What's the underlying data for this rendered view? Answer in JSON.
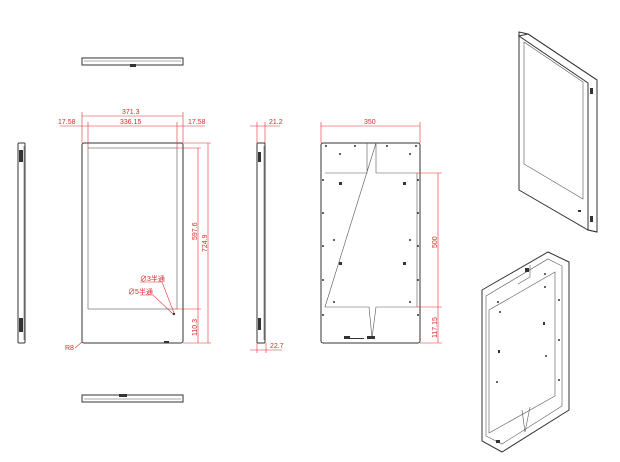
{
  "colors": {
    "outline": "#333333",
    "dimension": "#e03030"
  },
  "front_view": {
    "overall_width": "371.3",
    "left_bezel": "17.58",
    "screen_width": "336.15",
    "right_bezel": "17.58",
    "screen_height": "597.6",
    "overall_height": "724.9",
    "hole_small": "∅3半通",
    "hole_large": "∅5半通",
    "bottom_bezel": "110.3",
    "corner_radius": "R8"
  },
  "side_view": {
    "top_depth": "21.2",
    "bottom_depth": "22.7"
  },
  "back_view": {
    "mount_width": "350",
    "mount_height": "500",
    "bottom_offset": "117.15"
  }
}
